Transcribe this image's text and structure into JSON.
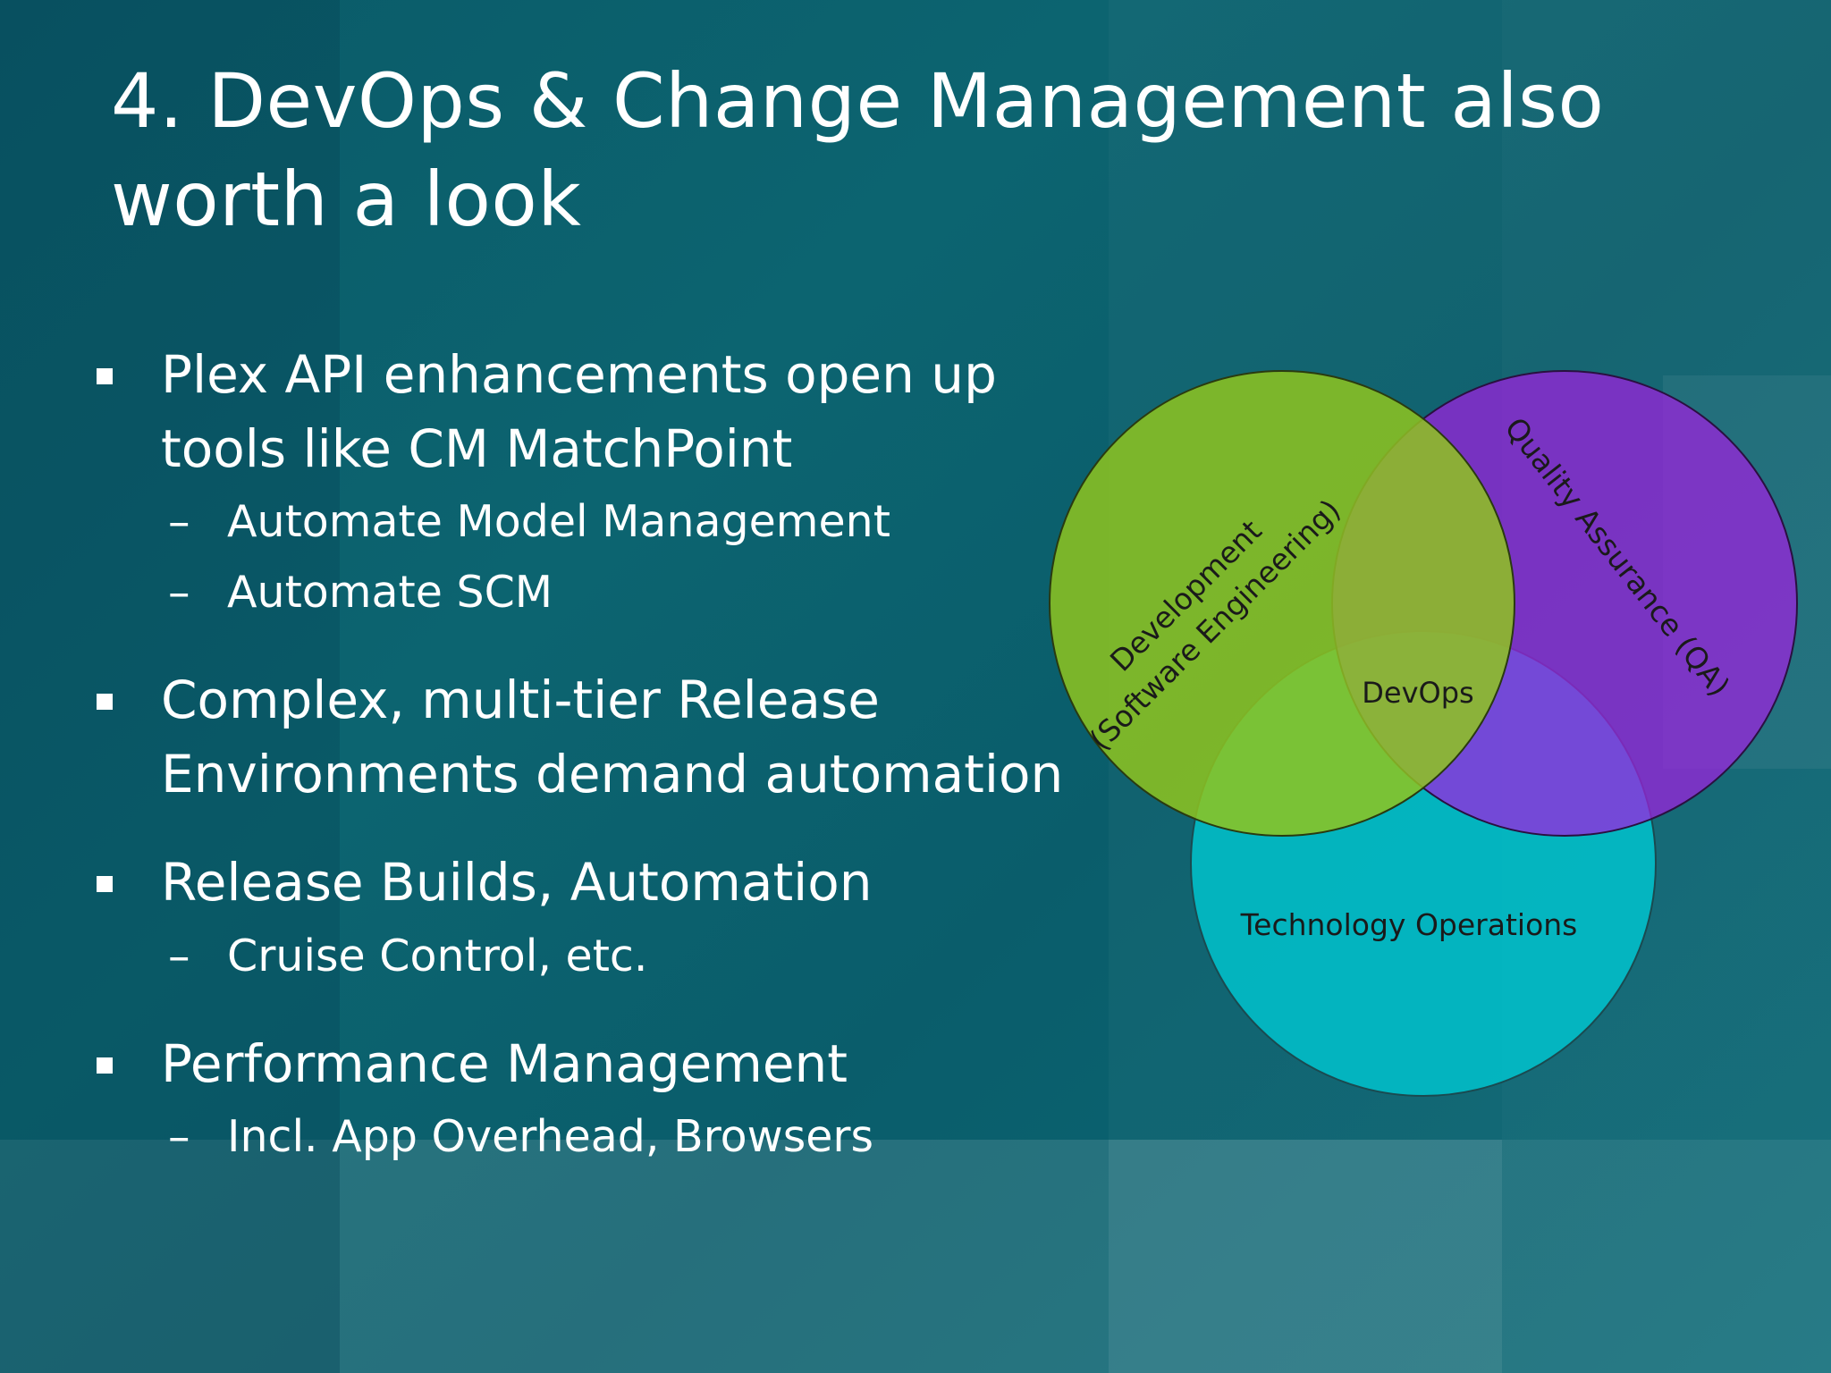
{
  "slide": {
    "title": "4. DevOps & Change Management also worth a look",
    "bullets": [
      {
        "text": "Plex API enhancements open up tools like CM MatchPoint",
        "subs": [
          "Automate Model Management",
          "Automate SCM"
        ]
      },
      {
        "text": "Complex, multi-tier Release Environments demand automation",
        "subs": []
      },
      {
        "text": "Release Builds, Automation",
        "subs": [
          "Cruise Control, etc."
        ]
      },
      {
        "text": "Performance Management",
        "subs": [
          "Incl. App Overhead, Browsers"
        ]
      }
    ],
    "dash": "–"
  },
  "venn": {
    "development_line1": "Development",
    "development_line2": "(Software Engineering)",
    "qa": "Quality Assurance (QA)",
    "operations": "Technology Operations",
    "center": "DevOps",
    "colors": {
      "development": "#8fc41e",
      "qa": "#a020e0",
      "operations": "#00c8d2"
    }
  }
}
